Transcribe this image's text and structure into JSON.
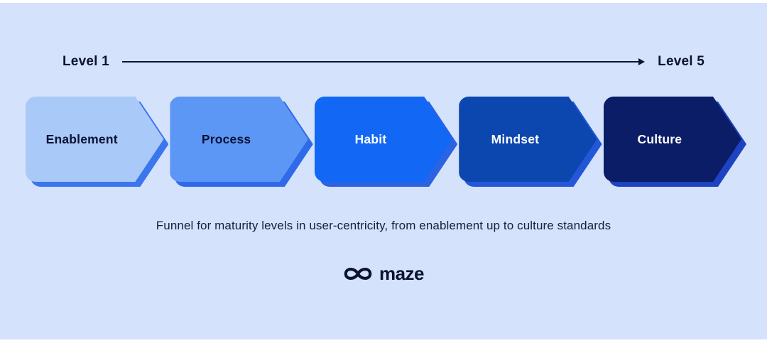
{
  "background": "#d4e2fb",
  "header": {
    "left_label": "Level 1",
    "right_label": "Level 5",
    "arrow_color": "#0c1330"
  },
  "stages": [
    {
      "label": "Enablement",
      "fill": "#a9c9f8",
      "shadow": "#3b76ee",
      "text_color": "#0b1234"
    },
    {
      "label": "Process",
      "fill": "#5d97f6",
      "shadow": "#2f6ae9",
      "text_color": "#0b1234"
    },
    {
      "label": "Habit",
      "fill": "#1268f5",
      "shadow": "#2b63e2",
      "text_color": "#ffffff"
    },
    {
      "label": "Mindset",
      "fill": "#0c47b0",
      "shadow": "#2457d8",
      "text_color": "#ffffff"
    },
    {
      "label": "Culture",
      "fill": "#0a1d66",
      "shadow": "#1d43c2",
      "text_color": "#ffffff"
    }
  ],
  "caption": "Funnel for maturity levels in user-centricity, from enablement up to culture standards",
  "logo": {
    "text": "maze",
    "color": "#0c1330"
  }
}
